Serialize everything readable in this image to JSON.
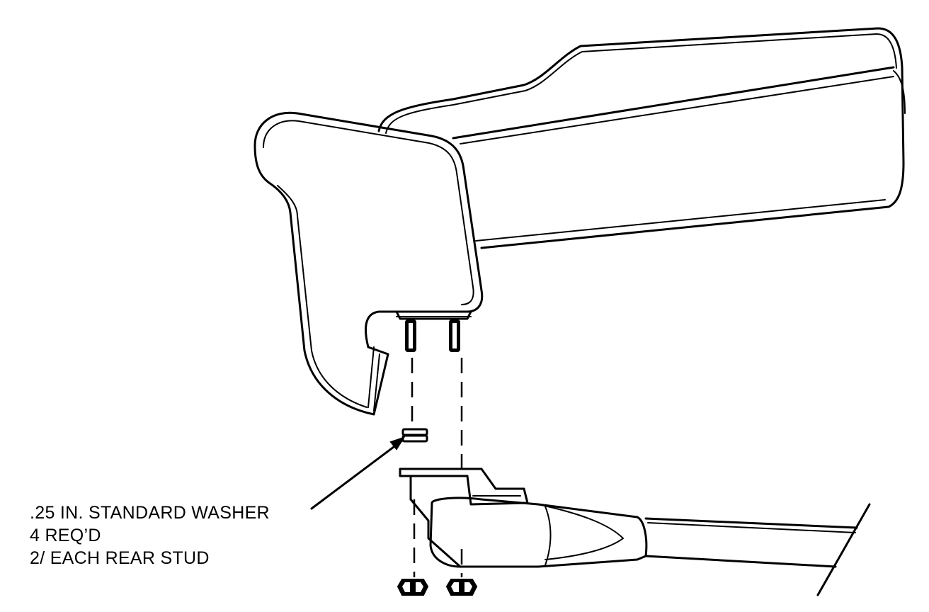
{
  "callout": {
    "line1": ".25 IN. STANDARD WASHER",
    "line2": "4 REQ’D",
    "line3": "2/ EACH REAR STUD"
  },
  "parts": {
    "armrest": "armrest-pad",
    "bracket": "mounting-bracket",
    "studs": "rear-studs",
    "washer": "standard-washer",
    "nuts": "hex-nuts",
    "base": "seat-frame-bracket"
  },
  "colors": {
    "ink": "#000000",
    "paper": "#ffffff"
  }
}
